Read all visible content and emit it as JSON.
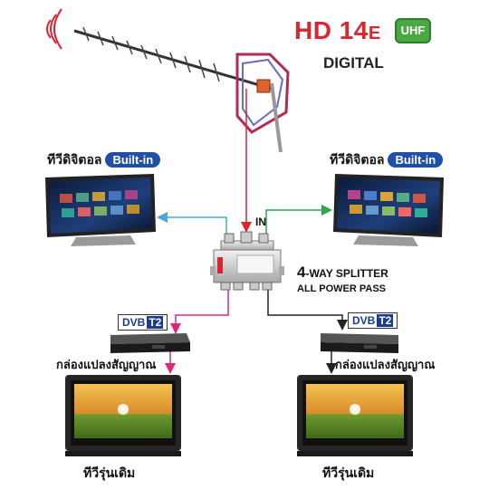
{
  "header": {
    "title_main": "HD 14",
    "title_suffix": "E",
    "band_badge": "UHF",
    "subtitle": "DIGITAL"
  },
  "tv_left": {
    "label": "ทีวีดิจิตอล",
    "badge": "Built-in"
  },
  "tv_right": {
    "label": "ทีวีดิจิตอล",
    "badge": "Built-in"
  },
  "splitter": {
    "input_label": "IN",
    "lead_number": "4",
    "title_rest": "-WAY SPLITTER",
    "subtitle": "ALL POWER PASS"
  },
  "settop_left": {
    "logo": "DVB",
    "logo_suffix": "T2",
    "label": "กล่องแปลงสัญญาณ"
  },
  "settop_right": {
    "logo": "DVB",
    "logo_suffix": "T2",
    "label": "กล่องแปลงสัญญาณ"
  },
  "old_tv_left": {
    "label": "ทีวีรุ่นเดิม"
  },
  "old_tv_right": {
    "label": "ทีวีรุ่นเดิม"
  },
  "colors": {
    "antenna_to_splitter": "#d9262e",
    "to_left_tv": "#4aa8d8",
    "to_right_tv": "#2aa84a",
    "to_left_box": "#e0287a",
    "to_right_box": "#222222",
    "title_red": "#d7282f",
    "uhf_green": "#4aa742",
    "builtin_blue": "#1f4fa8"
  }
}
